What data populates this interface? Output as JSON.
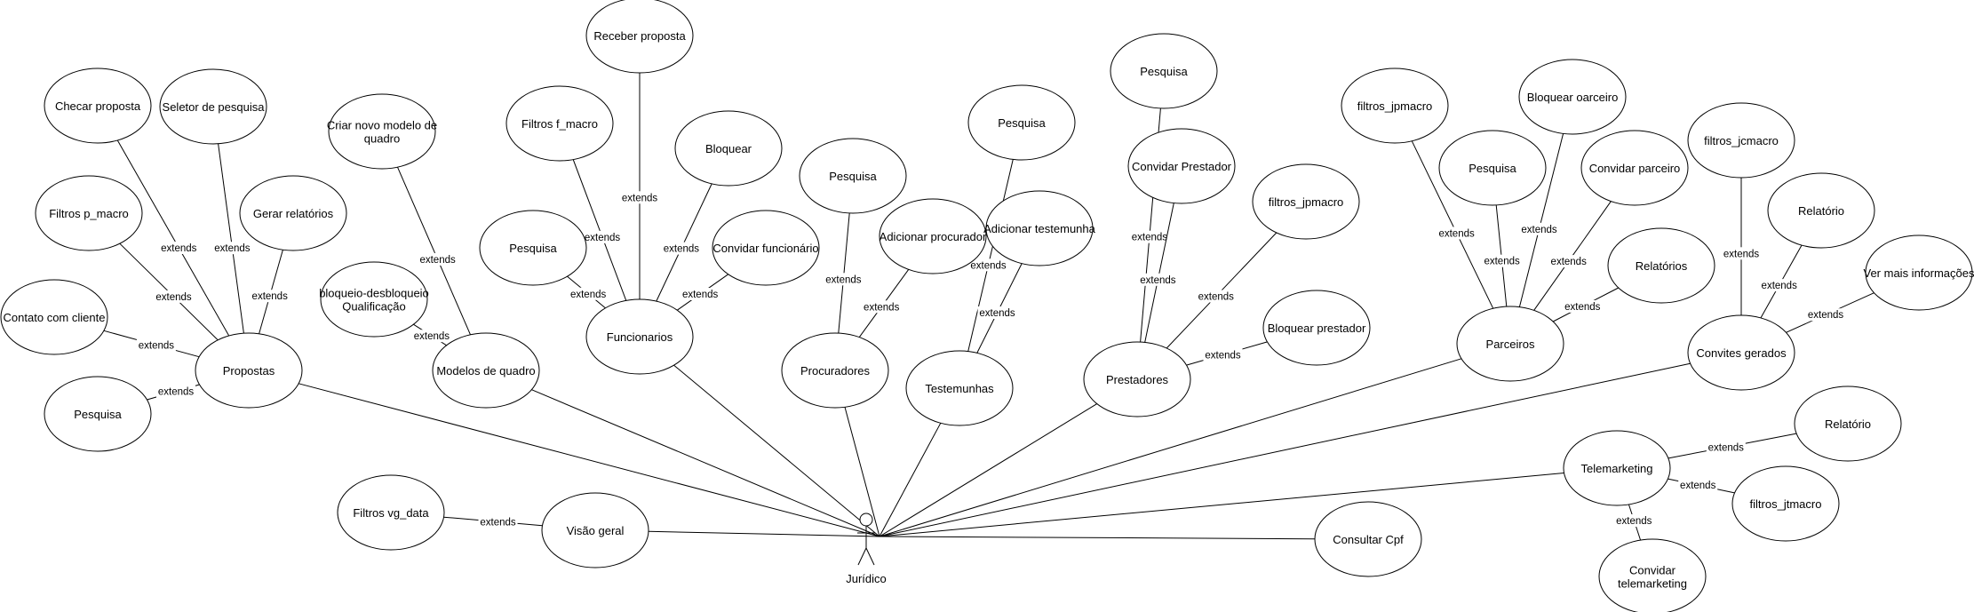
{
  "actor": {
    "id": "juridico",
    "label": "Jurídico"
  },
  "extend_label": "extends",
  "use_cases": [
    {
      "id": "propostas",
      "lines": [
        "Propostas"
      ],
      "main": true
    },
    {
      "id": "checar-proposta",
      "lines": [
        "Checar proposta"
      ]
    },
    {
      "id": "seletor-pesquisa",
      "lines": [
        "Seletor de pesquisa"
      ]
    },
    {
      "id": "filtros-p-macro",
      "lines": [
        "Filtros p_macro"
      ]
    },
    {
      "id": "gerar-relatorios",
      "lines": [
        "Gerar relatórios"
      ]
    },
    {
      "id": "contato-cliente",
      "lines": [
        "Contato com cliente"
      ]
    },
    {
      "id": "pesquisa-propostas",
      "lines": [
        "Pesquisa"
      ]
    },
    {
      "id": "modelos-quadro",
      "lines": [
        "Modelos de quadro"
      ],
      "main": true
    },
    {
      "id": "criar-modelo",
      "lines": [
        "Criar novo modelo de",
        "quadro"
      ]
    },
    {
      "id": "bloqueio-qualificacao",
      "lines": [
        "bloqueio-desbloqueio",
        "Qualificação"
      ]
    },
    {
      "id": "funcionarios",
      "lines": [
        "Funcionarios"
      ],
      "main": true
    },
    {
      "id": "receber-proposta",
      "lines": [
        "Receber proposta"
      ]
    },
    {
      "id": "filtros-f-macro",
      "lines": [
        "Filtros f_macro"
      ]
    },
    {
      "id": "bloquear-func",
      "lines": [
        "Bloquear"
      ]
    },
    {
      "id": "pesquisa-func",
      "lines": [
        "Pesquisa"
      ]
    },
    {
      "id": "convidar-funcionario",
      "lines": [
        "Convidar funcionário"
      ]
    },
    {
      "id": "procuradores",
      "lines": [
        "Procuradores"
      ],
      "main": true
    },
    {
      "id": "pesquisa-proc",
      "lines": [
        "Pesquisa"
      ]
    },
    {
      "id": "adicionar-procurador",
      "lines": [
        "Adicionar procurador"
      ]
    },
    {
      "id": "testemunhas",
      "lines": [
        "Testemunhas"
      ],
      "main": true
    },
    {
      "id": "pesquisa-test",
      "lines": [
        "Pesquisa"
      ]
    },
    {
      "id": "adicionar-testemunha",
      "lines": [
        "Adicionar testemunha"
      ]
    },
    {
      "id": "prestadores",
      "lines": [
        "Prestadores"
      ],
      "main": true
    },
    {
      "id": "pesquisa-prest",
      "lines": [
        "Pesquisa"
      ]
    },
    {
      "id": "convidar-prestador",
      "lines": [
        "Convidar Prestador"
      ]
    },
    {
      "id": "filtros-jpmacro-prest",
      "lines": [
        "filtros_jpmacro"
      ]
    },
    {
      "id": "bloquear-prestador",
      "lines": [
        "Bloquear prestador"
      ]
    },
    {
      "id": "parceiros",
      "lines": [
        "Parceiros"
      ],
      "main": true
    },
    {
      "id": "filtros-jpmacro-parc",
      "lines": [
        "filtros_jpmacro"
      ]
    },
    {
      "id": "pesquisa-parc",
      "lines": [
        "Pesquisa"
      ]
    },
    {
      "id": "bloquear-oarceiro",
      "lines": [
        "Bloquear oarceiro"
      ]
    },
    {
      "id": "convidar-parceiro",
      "lines": [
        "Convidar parceiro"
      ]
    },
    {
      "id": "relatorios-parc",
      "lines": [
        "Relatórios"
      ]
    },
    {
      "id": "convites-gerados",
      "lines": [
        "Convites gerados"
      ],
      "main": true
    },
    {
      "id": "filtros-jcmacro",
      "lines": [
        "filtros_jcmacro"
      ]
    },
    {
      "id": "relatorio-conv",
      "lines": [
        "Relatório"
      ]
    },
    {
      "id": "ver-mais-info",
      "lines": [
        "Ver mais informações"
      ]
    },
    {
      "id": "telemarketing",
      "lines": [
        "Telemarketing"
      ],
      "main": true
    },
    {
      "id": "relatorio-tele",
      "lines": [
        "Relatório"
      ]
    },
    {
      "id": "filtros-jtmacro",
      "lines": [
        "filtros_jtmacro"
      ]
    },
    {
      "id": "convidar-telemarketing",
      "lines": [
        "Convidar",
        "telemarketing"
      ]
    },
    {
      "id": "consultar-cpf",
      "lines": [
        "Consultar Cpf"
      ],
      "main": true
    },
    {
      "id": "visao-geral",
      "lines": [
        "Visão geral"
      ],
      "main": true
    },
    {
      "id": "filtros-vg-data",
      "lines": [
        "Filtros vg_data"
      ]
    }
  ],
  "associations": [
    "propostas",
    "modelos-quadro",
    "funcionarios",
    "procuradores",
    "testemunhas",
    "prestadores",
    "parceiros",
    "convites-gerados",
    "telemarketing",
    "consultar-cpf",
    "visao-geral"
  ],
  "extends": [
    {
      "from": "checar-proposta",
      "to": "propostas"
    },
    {
      "from": "seletor-pesquisa",
      "to": "propostas"
    },
    {
      "from": "filtros-p-macro",
      "to": "propostas"
    },
    {
      "from": "gerar-relatorios",
      "to": "propostas"
    },
    {
      "from": "contato-cliente",
      "to": "propostas"
    },
    {
      "from": "pesquisa-propostas",
      "to": "propostas"
    },
    {
      "from": "criar-modelo",
      "to": "modelos-quadro"
    },
    {
      "from": "bloqueio-qualificacao",
      "to": "modelos-quadro"
    },
    {
      "from": "receber-proposta",
      "to": "funcionarios"
    },
    {
      "from": "filtros-f-macro",
      "to": "funcionarios"
    },
    {
      "from": "bloquear-func",
      "to": "funcionarios"
    },
    {
      "from": "pesquisa-func",
      "to": "funcionarios"
    },
    {
      "from": "convidar-funcionario",
      "to": "funcionarios"
    },
    {
      "from": "pesquisa-proc",
      "to": "procuradores"
    },
    {
      "from": "adicionar-procurador",
      "to": "procuradores"
    },
    {
      "from": "pesquisa-test",
      "to": "testemunhas"
    },
    {
      "from": "adicionar-testemunha",
      "to": "testemunhas"
    },
    {
      "from": "pesquisa-prest",
      "to": "prestadores"
    },
    {
      "from": "convidar-prestador",
      "to": "prestadores"
    },
    {
      "from": "filtros-jpmacro-prest",
      "to": "prestadores"
    },
    {
      "from": "bloquear-prestador",
      "to": "prestadores"
    },
    {
      "from": "filtros-jpmacro-parc",
      "to": "parceiros"
    },
    {
      "from": "pesquisa-parc",
      "to": "parceiros"
    },
    {
      "from": "bloquear-oarceiro",
      "to": "parceiros"
    },
    {
      "from": "convidar-parceiro",
      "to": "parceiros"
    },
    {
      "from": "relatorios-parc",
      "to": "parceiros"
    },
    {
      "from": "filtros-jcmacro",
      "to": "convites-gerados"
    },
    {
      "from": "relatorio-conv",
      "to": "convites-gerados"
    },
    {
      "from": "ver-mais-info",
      "to": "convites-gerados"
    },
    {
      "from": "relatorio-tele",
      "to": "telemarketing"
    },
    {
      "from": "filtros-jtmacro",
      "to": "telemarketing"
    },
    {
      "from": "convidar-telemarketing",
      "to": "telemarketing"
    },
    {
      "from": "filtros-vg-data",
      "to": "visao-geral"
    }
  ]
}
